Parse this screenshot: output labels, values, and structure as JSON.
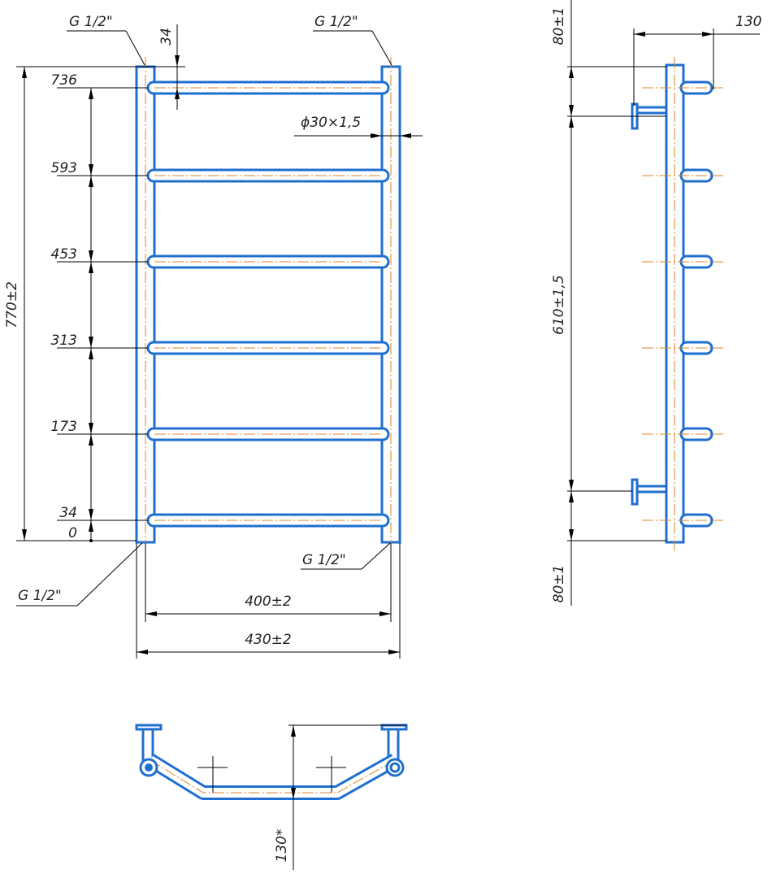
{
  "front_view": {
    "thread_top_left": "G 1/2\"",
    "thread_top_right": "G 1/2\"",
    "thread_bottom_left": "G 1/2\"",
    "thread_bottom_right": "G 1/2\"",
    "offset_top": "34",
    "pipe_size": "ϕ30×1,5",
    "total_height": "770±2",
    "rail_heights": [
      "736",
      "593",
      "453",
      "313",
      "173",
      "34",
      "0"
    ],
    "center_width": "400±2",
    "total_width": "430±2"
  },
  "side_view": {
    "depth": "130",
    "top_offset": "80±1",
    "bracket_spacing": "610±1,5",
    "bottom_offset": "80±1"
  },
  "top_view": {
    "depth": "130*"
  },
  "colors": {
    "pipe": "#1f6fd0",
    "axis": "#d8862c"
  }
}
